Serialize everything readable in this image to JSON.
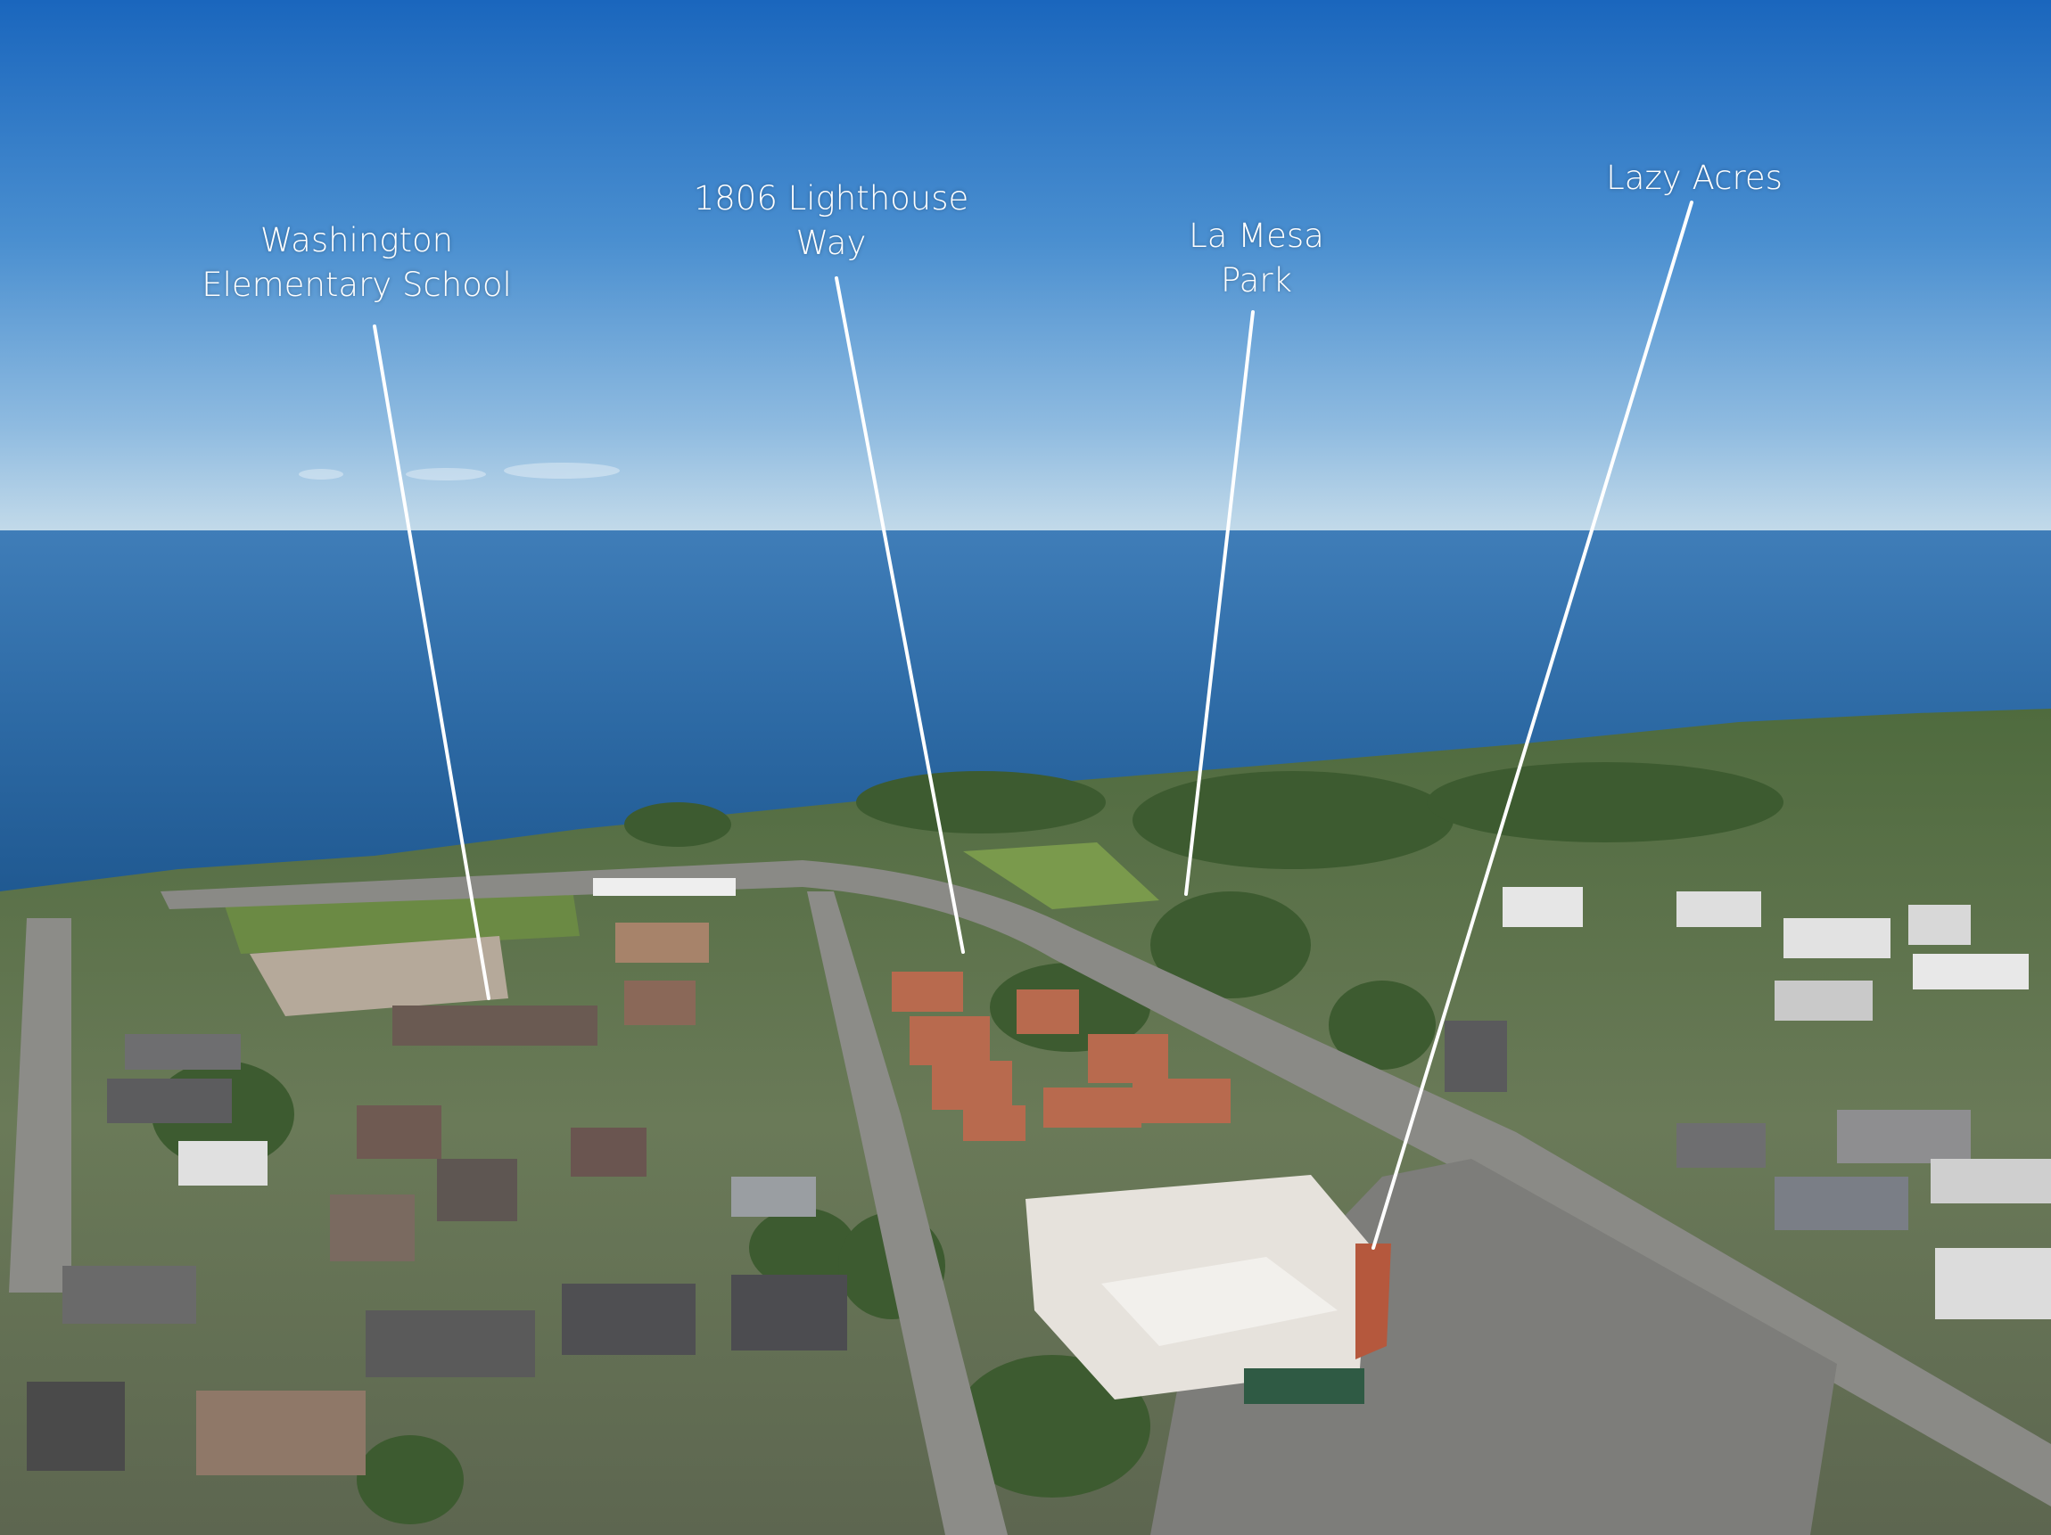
{
  "annotations": [
    {
      "id": "washington",
      "label": "Washington\nElementary School"
    },
    {
      "id": "lighthouse",
      "label": "1806 Lighthouse\nWay"
    },
    {
      "id": "lamesa",
      "label": "La Mesa\nPark"
    },
    {
      "id": "lazyacres",
      "label": "Lazy Acres"
    }
  ],
  "colors": {
    "sky_top": "#1f6fc4",
    "sky_horizon": "#b9d3e6",
    "ocean": "#2a6aa8",
    "land": "#5f7a4a",
    "roof_tile": "#b86a4e",
    "callout": "#ffffff"
  }
}
